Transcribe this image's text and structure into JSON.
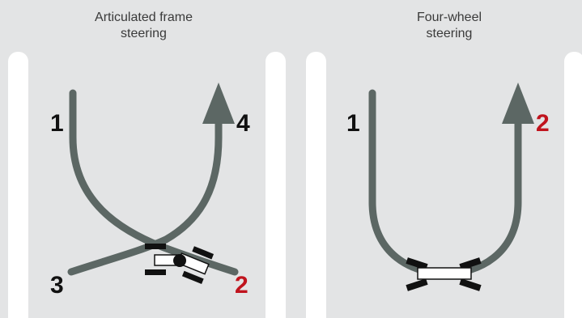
{
  "panels": {
    "articulated": {
      "title": "Articulated frame\nsteering",
      "labels": {
        "p1": "1",
        "p2": "2",
        "p3": "3",
        "p4": "4"
      }
    },
    "four_wheel": {
      "title": "Four-wheel\nsteering",
      "labels": {
        "p1": "1",
        "p2": "2"
      }
    }
  },
  "colors": {
    "background": "#e3e4e5",
    "lane": "#ffffff",
    "path": "#5c6764",
    "label_default": "#111111",
    "label_highlight": "#c0141e",
    "wheel": "#111111"
  },
  "icons": {
    "arrowhead": "arrowhead-icon",
    "vehicle": "vehicle-icon",
    "pivot": "articulation-joint-icon"
  }
}
